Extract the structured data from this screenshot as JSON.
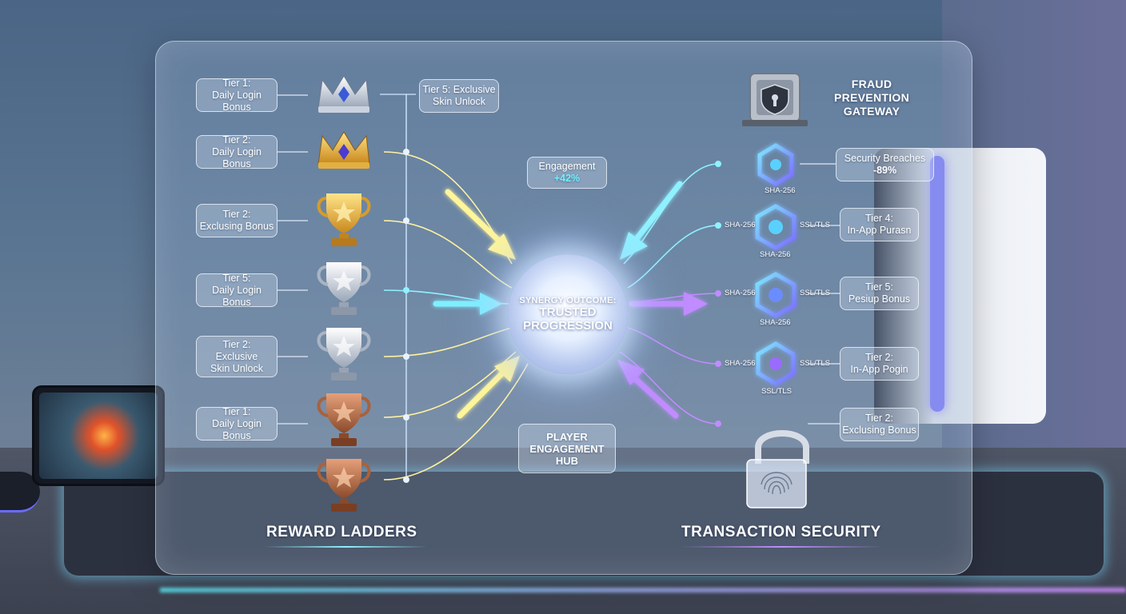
{
  "reward_section": {
    "title": "REWARD LADDERS",
    "tiers": [
      {
        "tier": "Tier 1:",
        "reward": "Daily Login Bonus",
        "icon": "silver-crown-icon"
      },
      {
        "tier": "Tier 2:",
        "reward": "Daily Login Bonus",
        "icon": "gold-crown-icon"
      },
      {
        "tier": "Tier 2:",
        "reward": "Exclusing Bonus",
        "icon": "gold-trophy-icon"
      },
      {
        "tier": "Tier 5:",
        "reward": "Daily Login Bonus",
        "icon": "silver-trophy-icon"
      },
      {
        "tier": "Tier 2:",
        "reward": "Exclusive",
        "reward2": "Skin Unlock",
        "icon": "silver-trophy-icon"
      },
      {
        "tier": "Tier 1:",
        "reward": "Daily Login Bonus",
        "icon": "bronze-trophy-icon"
      }
    ],
    "top_right_box": {
      "line1": "Tier 5: Exclusive",
      "line2": "Skin Unlock"
    },
    "bottom_icon": "bronze-trophy-icon"
  },
  "center": {
    "engagement": {
      "label": "Engagement",
      "value": "+42%"
    },
    "hub": {
      "subtitle": "SYNERGY OUTCOME:",
      "line1": "TRUSTED",
      "line2": "PROGRESSION"
    },
    "hub_label": {
      "line1": "PLAYER",
      "line2": "ENGAGEMENT",
      "line3": "HUB"
    }
  },
  "security_section": {
    "title": "TRANSACTION SECURITY",
    "gateway": {
      "line1": "FRAUD",
      "line2": "PREVENTION",
      "line3": "GATEWAY",
      "icon": "vault-shield-icon"
    },
    "breaches": {
      "label": "Security Breaches",
      "value": "-89%"
    },
    "nodes": [
      {
        "caption": "SHA-256",
        "left": "",
        "right": "",
        "icon": "hex-node-icon"
      },
      {
        "caption": "SHA-256",
        "left": "SHA-256",
        "right": "SSL/TLS",
        "icon": "hex-node-icon"
      },
      {
        "caption": "SHA-256",
        "left": "SHA-256",
        "right": "SSL/TLS",
        "icon": "hex-node-icon"
      },
      {
        "caption": "SSL/TLS",
        "left": "SHA-256",
        "right": "SSL/TLS",
        "icon": "hex-node-icon"
      }
    ],
    "tiers": [
      {
        "tier": "Tier 4:",
        "reward": "In-App Purasn"
      },
      {
        "tier": "Tier 5:",
        "reward": "Pesiup Bonus"
      },
      {
        "tier": "Tier 2:",
        "reward": "In-App Pogin"
      },
      {
        "tier": "Tier 2:",
        "reward": "Exclusing Bonus"
      }
    ],
    "lock_icon": "fingerprint-lock-icon"
  },
  "colors": {
    "cyan": "#6ff0ff",
    "yellow": "#fff59a",
    "purple": "#c08cff",
    "panel_border": "#e6f0ff"
  }
}
